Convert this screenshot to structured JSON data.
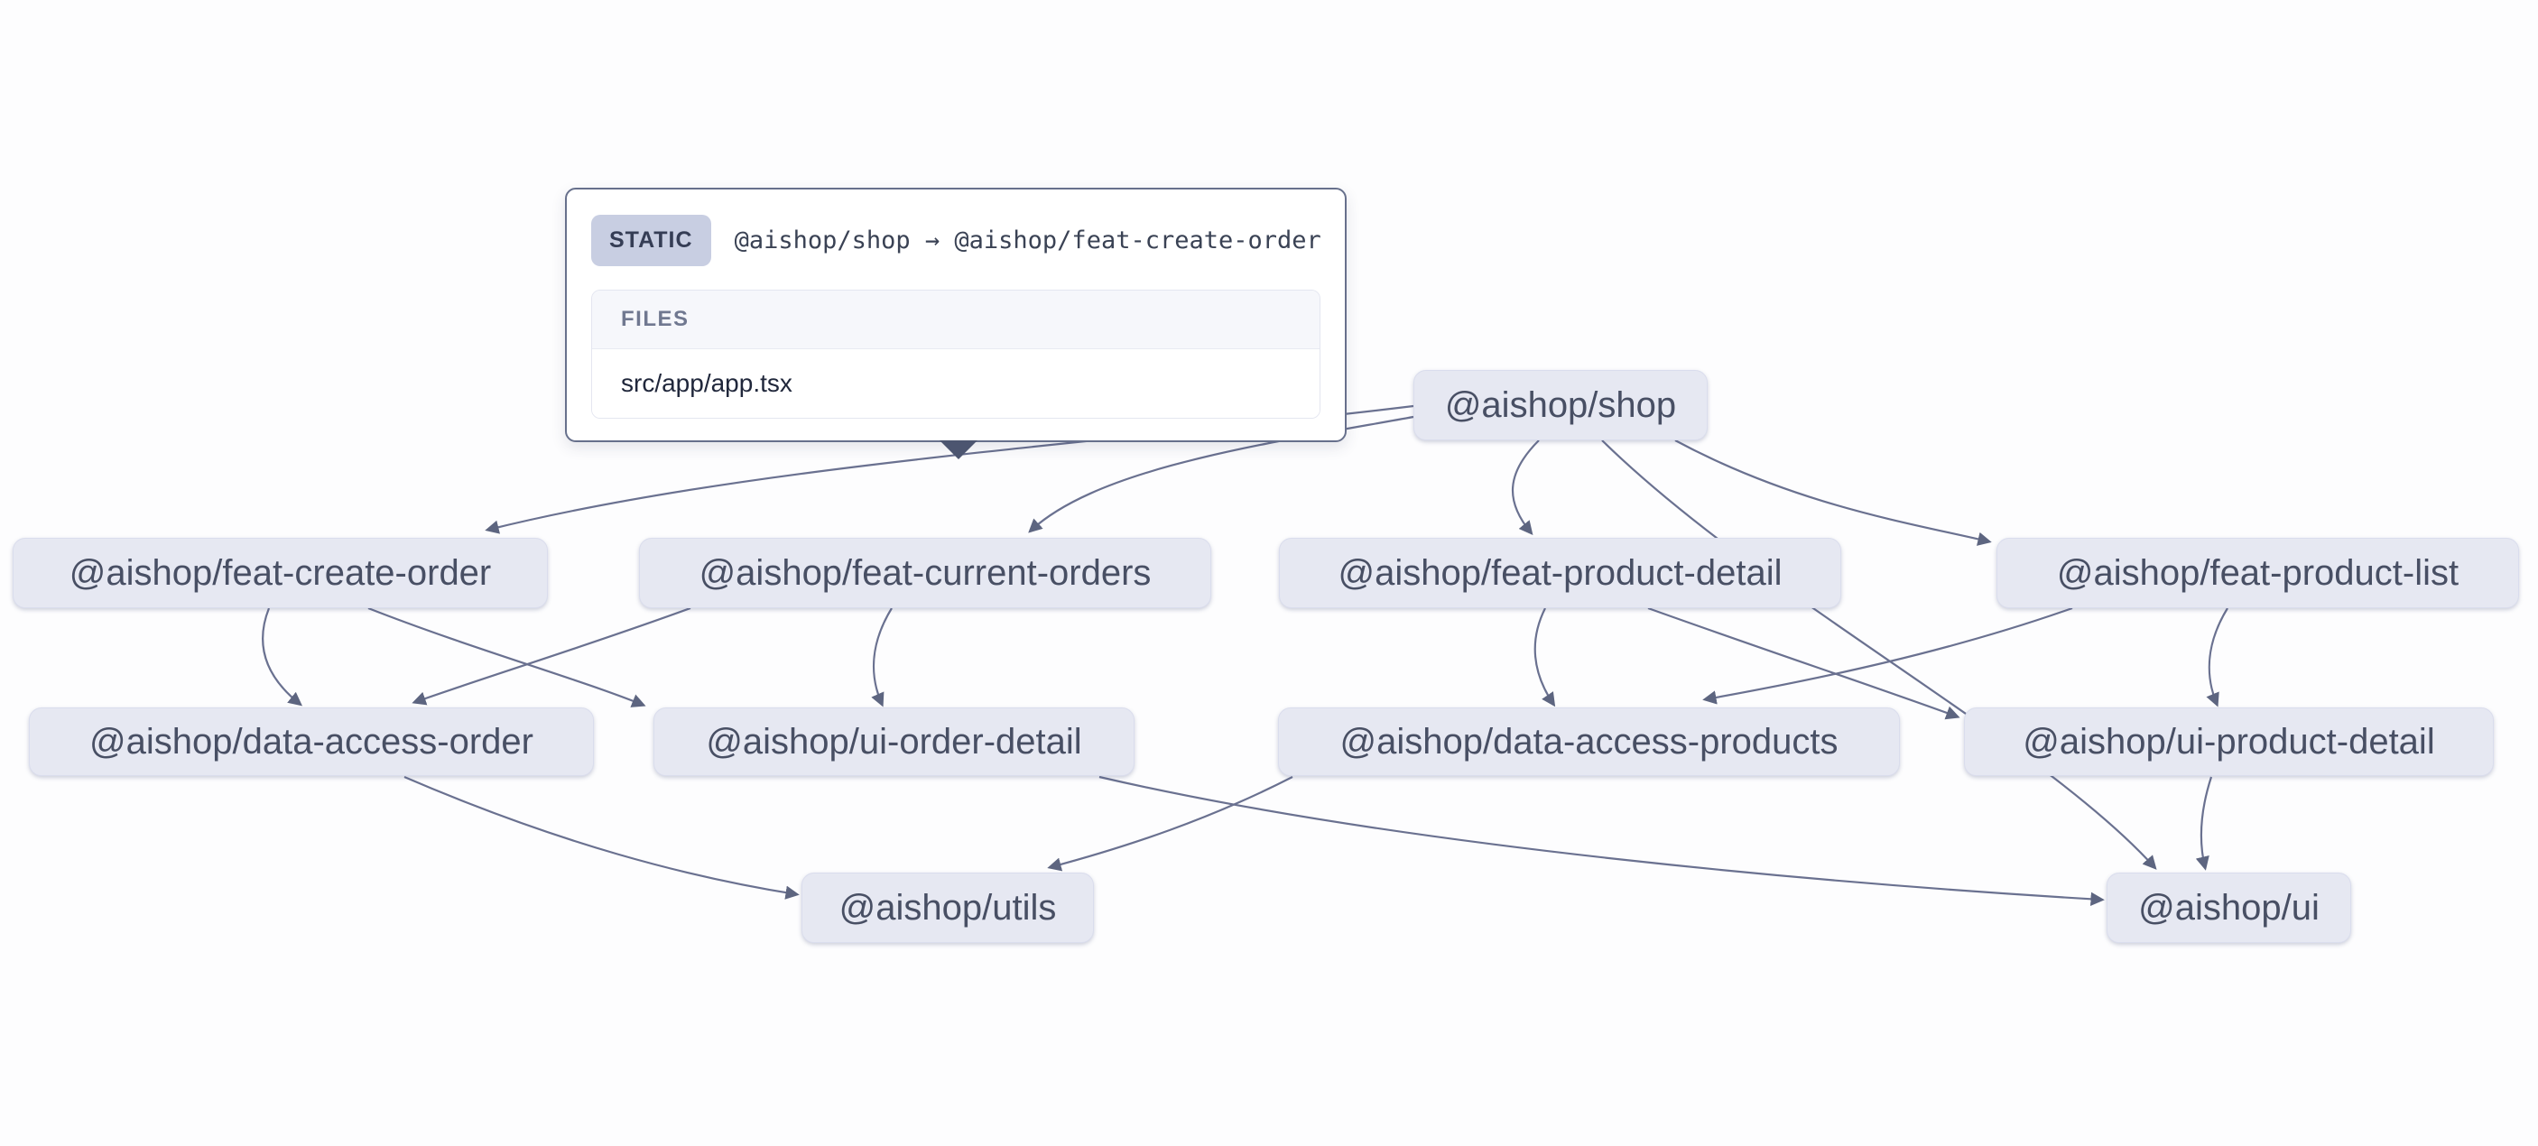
{
  "graph": {
    "nodes": [
      {
        "id": "shop",
        "label": "@aishop/shop"
      },
      {
        "id": "feat-create-order",
        "label": "@aishop/feat-create-order"
      },
      {
        "id": "feat-current-orders",
        "label": "@aishop/feat-current-orders"
      },
      {
        "id": "feat-product-detail",
        "label": "@aishop/feat-product-detail"
      },
      {
        "id": "feat-product-list",
        "label": "@aishop/feat-product-list"
      },
      {
        "id": "data-access-order",
        "label": "@aishop/data-access-order"
      },
      {
        "id": "ui-order-detail",
        "label": "@aishop/ui-order-detail"
      },
      {
        "id": "data-access-products",
        "label": "@aishop/data-access-products"
      },
      {
        "id": "ui-product-detail",
        "label": "@aishop/ui-product-detail"
      },
      {
        "id": "utils",
        "label": "@aishop/utils"
      },
      {
        "id": "ui",
        "label": "@aishop/ui"
      }
    ],
    "edges": [
      {
        "from": "@aishop/shop",
        "to": "@aishop/feat-create-order",
        "type": "static"
      },
      {
        "from": "@aishop/shop",
        "to": "@aishop/feat-current-orders",
        "type": "static"
      },
      {
        "from": "@aishop/shop",
        "to": "@aishop/feat-product-detail",
        "type": "static"
      },
      {
        "from": "@aishop/shop",
        "to": "@aishop/feat-product-list",
        "type": "static"
      },
      {
        "from": "@aishop/shop",
        "to": "@aishop/ui",
        "type": "static"
      },
      {
        "from": "@aishop/feat-create-order",
        "to": "@aishop/data-access-order",
        "type": "static"
      },
      {
        "from": "@aishop/feat-create-order",
        "to": "@aishop/ui-order-detail",
        "type": "static"
      },
      {
        "from": "@aishop/feat-current-orders",
        "to": "@aishop/data-access-order",
        "type": "static"
      },
      {
        "from": "@aishop/feat-current-orders",
        "to": "@aishop/ui-order-detail",
        "type": "static"
      },
      {
        "from": "@aishop/feat-product-detail",
        "to": "@aishop/data-access-products",
        "type": "static"
      },
      {
        "from": "@aishop/feat-product-detail",
        "to": "@aishop/ui-product-detail",
        "type": "static"
      },
      {
        "from": "@aishop/feat-product-list",
        "to": "@aishop/data-access-products",
        "type": "static"
      },
      {
        "from": "@aishop/feat-product-list",
        "to": "@aishop/ui-product-detail",
        "type": "static"
      },
      {
        "from": "@aishop/data-access-order",
        "to": "@aishop/utils",
        "type": "static"
      },
      {
        "from": "@aishop/data-access-products",
        "to": "@aishop/utils",
        "type": "static"
      },
      {
        "from": "@aishop/ui-order-detail",
        "to": "@aishop/ui",
        "type": "static"
      },
      {
        "from": "@aishop/ui-product-detail",
        "to": "@aishop/ui",
        "type": "static"
      }
    ]
  },
  "tooltip": {
    "type_badge": "STATIC",
    "title": "@aishop/shop → @aishop/feat-create-order",
    "files_header": "FILES",
    "files": [
      "src/app/app.tsx"
    ]
  },
  "colors": {
    "node_fill": "#e6e8f2",
    "node_text": "#484f64",
    "edge": "#6a7190",
    "arrowhead": "#5d6580",
    "tooltip_border": "#67708c",
    "badge_bg": "#c8cee2",
    "badge_text": "#353d55",
    "files_header_bg": "#f6f7fb",
    "files_header_text": "#707890"
  }
}
